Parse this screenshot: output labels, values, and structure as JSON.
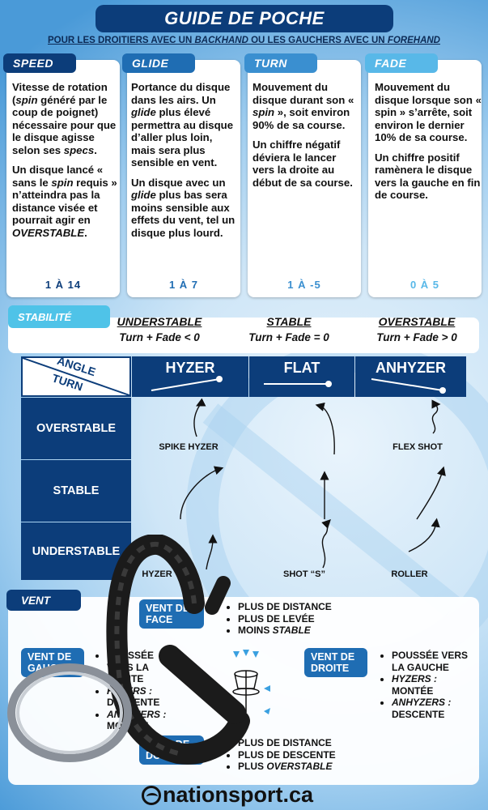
{
  "title": "GUIDE DE POCHE",
  "subtitle": {
    "p1": "POUR LES DROITIERS AVEC UN ",
    "p2": "BACKHAND",
    "p3": " OU LES GAUCHERS AVEC UN ",
    "p4": "FOREHAND"
  },
  "columns": [
    {
      "head": "SPEED",
      "range": "1 À 14",
      "color": "#0c3d7a",
      "range_color": "#0c3d7a"
    },
    {
      "head": "GLIDE",
      "range": "1 À 7",
      "color": "#1f6db3",
      "range_color": "#1f6db3"
    },
    {
      "head": "TURN",
      "range": "1 À -5",
      "color": "#3a8fd0",
      "range_color": "#3a8fd0"
    },
    {
      "head": "FADE",
      "range": "0 À 5",
      "color": "#58b8e8",
      "range_color": "#58b8e8"
    }
  ],
  "speed_text": {
    "a1": "Vitesse de rotation (",
    "a2": "spin",
    "a3": " généré par le coup de poignet) nécessaire pour que le disque agisse selon ses ",
    "a4": "specs",
    "a5": ".",
    "b1": "Un disque lancé « sans le ",
    "b2": "spin",
    "b3": " requis » n’atteindra pas la distance visée et pourrait agir en ",
    "b4": "OVERSTABLE",
    "b5": "."
  },
  "glide_text": {
    "a1": "Portance du disque dans les airs. Un ",
    "a2": "glide",
    "a3": " plus élevé permettra au disque d’aller plus loin, mais sera plus sensible en vent.",
    "b1": "Un disque avec un ",
    "b2": "glide",
    "b3": " plus bas sera moins sensible aux effets du vent, tel un disque plus lourd."
  },
  "turn_text": {
    "a1": "Mouvement du disque durant son « ",
    "a2": "spin",
    "a3": " », soit environ 90% de sa course.",
    "b": "Un chiffre négatif déviera le lancer vers la droite au début de sa course."
  },
  "fade_text": {
    "a": "Mouvement du disque lorsque son « spin » s’arrête, soit environ le dernier 10% de sa course.",
    "b": "Un chiffre positif ramènera le disque vers la gauche en fin de course."
  },
  "stability": {
    "head": "STABILITÉ",
    "items": [
      {
        "name": "UNDERSTABLE",
        "formula": "Turn + Fade < 0"
      },
      {
        "name": "STABLE",
        "formula": "Turn + Fade = 0"
      },
      {
        "name": "OVERSTABLE",
        "formula": "Turn + Fade > 0"
      }
    ]
  },
  "grid": {
    "corner_top": "ANGLE",
    "corner_bottom": "TURN",
    "cols": [
      "HYZER",
      "FLAT",
      "ANHYZER"
    ],
    "rows": [
      "OVERSTABLE",
      "STABLE",
      "UNDERSTABLE"
    ],
    "labels": {
      "spike": "SPIKE HYZER",
      "flex": "FLEX SHOT",
      "hyzer": "HYZER",
      "shot_s": "SHOT “S”",
      "roller": "ROLLER"
    }
  },
  "vent": {
    "head": "VENT",
    "face": {
      "label": "VENT DE FACE",
      "items": [
        "PLUS DE DISTANCE",
        "PLUS DE LEVÉE"
      ],
      "i3a": "MOINS ",
      "i3b": "STABLE"
    },
    "gauche": {
      "label": "VENT DE GAUCHE",
      "i1": "POUSSÉE VERS LA DROITE",
      "i2a": "HYZERS :",
      "i2b": " DESCENTE",
      "i3a": "ANHYZERS :",
      "i3b": " MONTÉE"
    },
    "droite": {
      "label": "VENT DE DROITE",
      "i1": "POUSSÉE VERS LA GAUCHE",
      "i2a": "HYZERS :",
      "i2b": " MONTÉE",
      "i3a": "ANHYZERS :",
      "i3b": " DESCENTE"
    },
    "dos": {
      "label": "VENT DE DOS",
      "items": [
        "PLUS DE DISTANCE",
        "PLUS DE DESCENTE"
      ],
      "i3a": "PLUS ",
      "i3b": "OVERSTABLE"
    }
  },
  "logo": "nationsport.ca"
}
